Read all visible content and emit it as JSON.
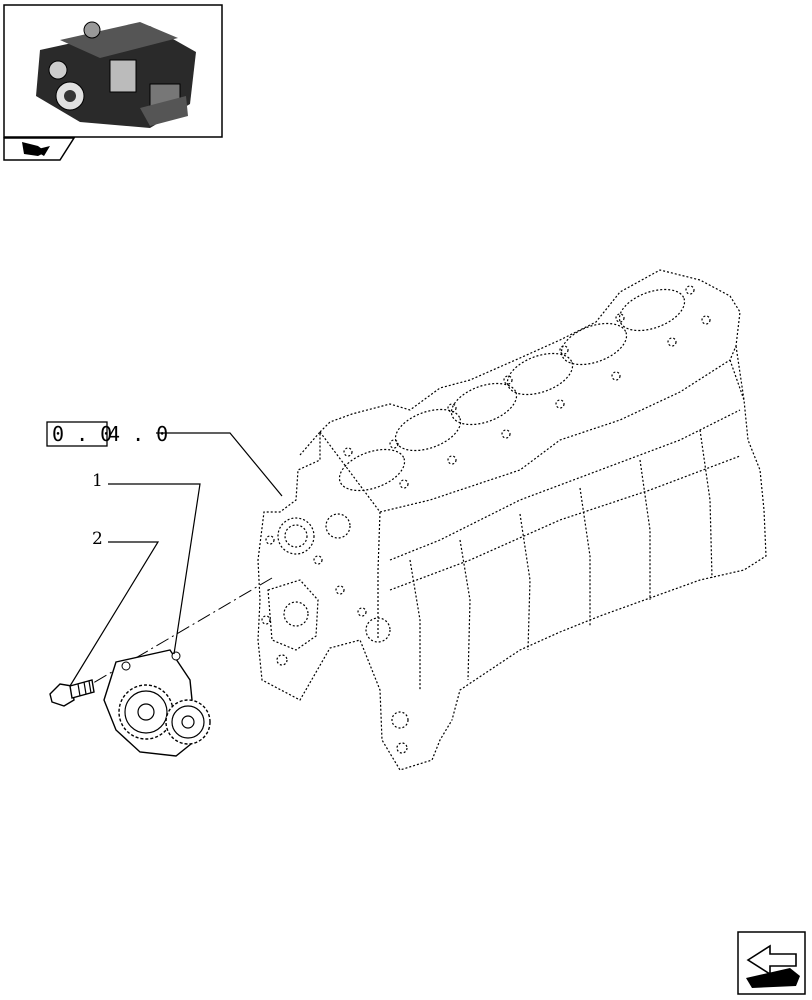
{
  "reference": {
    "boxed": "0 . 0",
    "rest": "4 . 0"
  },
  "callouts": [
    {
      "label": "1",
      "part": "oil-pump"
    },
    {
      "label": "2",
      "part": "screw"
    }
  ],
  "icons": {
    "thumbnail": "engine-thumbnail-icon",
    "book": "book-hand-icon",
    "next": "next-page-arrow-icon"
  }
}
